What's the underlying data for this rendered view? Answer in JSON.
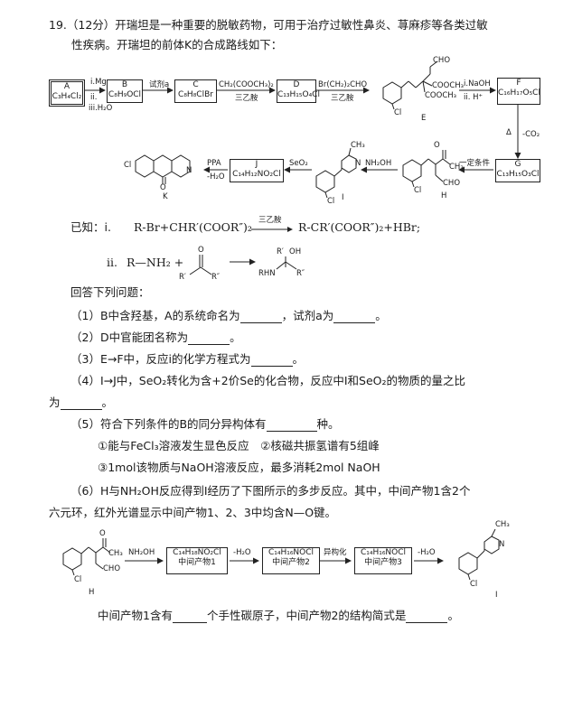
{
  "q19": {
    "line1": "19.（12分）开瑞坦是一种重要的脱敏药物，可用于治疗过敏性鼻炎、荨麻疹等各类过敏",
    "line2": "性疾病。开瑞坦的前体K的合成路线如下："
  },
  "scheme": {
    "A": {
      "name": "A",
      "formula": "C₃H₄Cl₂"
    },
    "B": {
      "name": "B",
      "formula": "C₈H₉OCl"
    },
    "C": {
      "name": "C",
      "formula": "C₈H₈ClBr"
    },
    "D": {
      "name": "D",
      "formula": "C₁₃H₁₅O₄Cl"
    },
    "E": {
      "name": "E"
    },
    "F": {
      "name": "F",
      "formula": "C₁₆H₁₇O₅Cl"
    },
    "G": {
      "name": "G",
      "formula": "C₁₃H₁₅O₃Cl"
    },
    "H": {
      "name": "H"
    },
    "I": {
      "name": "I"
    },
    "J": {
      "name": "J",
      "formula": "C₁₄H₁₂NO₂Cl"
    },
    "K": {
      "name": "K"
    },
    "step1_top": "i.Mg",
    "step1_mid": "ii.",
    "step1_bot": "iii.H₂O",
    "step2": "试剂a",
    "step3_top": "CH₂(COOCH₃)₂",
    "step3_bot": "三乙胺",
    "step4_top": "Br(CH₂)₂CHO",
    "step4_bot": "三乙胺",
    "step5_top": "i.NaOH",
    "step5_bot": "ii. H⁺",
    "step6_a": "Δ",
    "step6_b": "-CO₂",
    "step7": "一定条件",
    "step8": "NH₂OH",
    "step9": "SeO₂",
    "step10_top": "PPA",
    "step10_bot": "-H₂O",
    "E_cho": "CHO",
    "E_cooch3a": "COOCH₃",
    "E_cooch3b": "COOCH₃",
    "Cl": "Cl",
    "CH3": "CH₃",
    "H_cho": "CHO",
    "N": "N"
  },
  "known": {
    "label": "已知：i.",
    "rxn1": "R-Br+CHR′(COOR″)₂",
    "rxn1_cond": "三乙胺",
    "rxn1_prod": "R-CR′(COOR″)₂+HBr;",
    "ii_label": "ii.",
    "rxn2_left": "R—NH₂ +",
    "rxn2_O": "O",
    "rxn2_R1": "R′",
    "rxn2_R2": "R″",
    "rxn2_pR": "R′",
    "rxn2_pOH": "OH",
    "rxn2_pN": "RHN",
    "rxn2_pR2": "R″"
  },
  "questions": {
    "intro": "回答下列问题：",
    "q1a": "（1）B中含羟基，A的系统命名为",
    "q1b": "，试剂a为",
    "q1c": "。",
    "q2a": "（2）D中官能团名称为",
    "q2b": "。",
    "q3a": "（3）E→F中，反应i的化学方程式为",
    "q3b": "。",
    "q4a": "（4）I→J中，SeO₂转化为含+2价Se的化合物，反应中I和SeO₂的物质的量之比",
    "q4b": "为",
    "q4c": "。",
    "q5a": "（5）符合下列条件的B的同分异构体有",
    "q5b": "种。",
    "q5c1": "①能与FeCl₃溶液发生显色反应　②核磁共振氢谱有5组峰",
    "q5c3": "③1mol该物质与NaOH溶液反应，最多消耗2mol NaOH",
    "q6a": "（6）H与NH₂OH反应得到I经历了下图所示的多步反应。其中，中间产物1含2个",
    "q6b": "六元环，红外光谱显示中间产物1、2、3中均含N—O键。",
    "q6c": "中间产物1含有",
    "q6d": "个手性碳原子，中间产物2的结构简式是",
    "q6e": "。"
  },
  "scheme2": {
    "H": "H",
    "I": "I",
    "CH3": "CH₃",
    "CHO": "CHO",
    "Cl": "Cl",
    "O": "O",
    "N": "N",
    "step1": "NH₂OH",
    "box1_f": "C₁₄H₁₈NO₂Cl",
    "box1_n": "中间产物1",
    "step2": "-H₂O",
    "box2_f": "C₁₄H₁₆NOCl",
    "box2_n": "中间产物2",
    "step3": "异构化",
    "box3_f": "C₁₄H₁₆NOCl",
    "box3_n": "中间产物3",
    "step4": "-H₂O"
  }
}
